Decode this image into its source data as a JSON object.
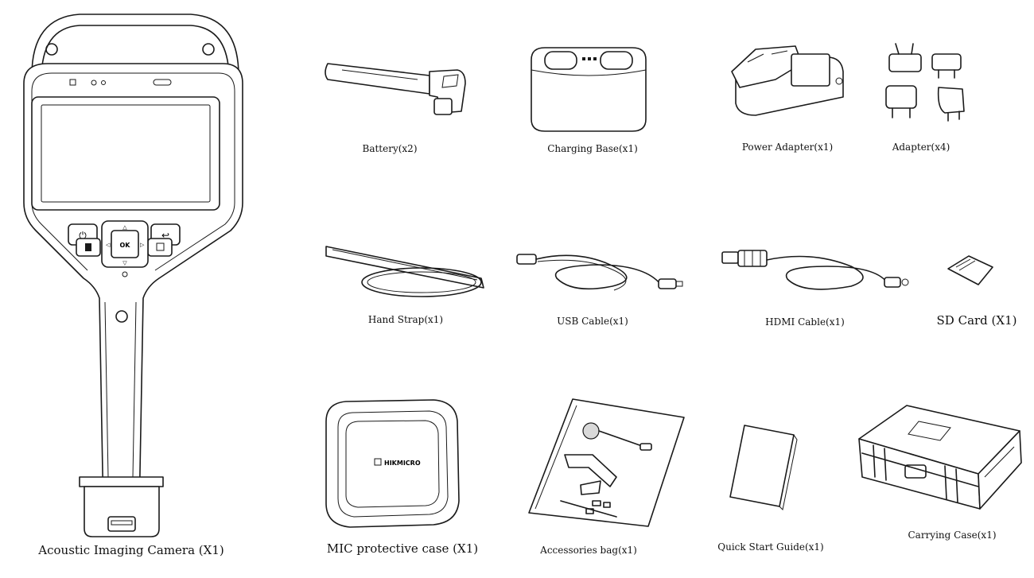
{
  "items": [
    {
      "id": "camera",
      "caption": "Acoustic Imaging Camera (X1)"
    },
    {
      "id": "battery",
      "caption": "Battery(x2)"
    },
    {
      "id": "charging-base",
      "caption": "Charging Base(x1)"
    },
    {
      "id": "power-adapter",
      "caption": "Power Adapter(x1)"
    },
    {
      "id": "adapter",
      "caption": "Adapter(x4)"
    },
    {
      "id": "hand-strap",
      "caption": "Hand Strap(x1)"
    },
    {
      "id": "usb-cable",
      "caption": "USB Cable(x1)"
    },
    {
      "id": "hdmi-cable",
      "caption": "HDMI Cable(x1)"
    },
    {
      "id": "sd-card",
      "caption": "SD Card (X1)"
    },
    {
      "id": "mic-case",
      "caption": "MIC protective case (X1)"
    },
    {
      "id": "accessories-bag",
      "caption": "Accessories bag(x1)"
    },
    {
      "id": "quick-start-guide",
      "caption": "Quick Start Guide(x1)"
    },
    {
      "id": "carrying-case",
      "caption": "Carrying Case(x1)"
    }
  ],
  "camera_buttons": {
    "ok": "OK"
  },
  "mic_case_logo": "HIKMICRO"
}
